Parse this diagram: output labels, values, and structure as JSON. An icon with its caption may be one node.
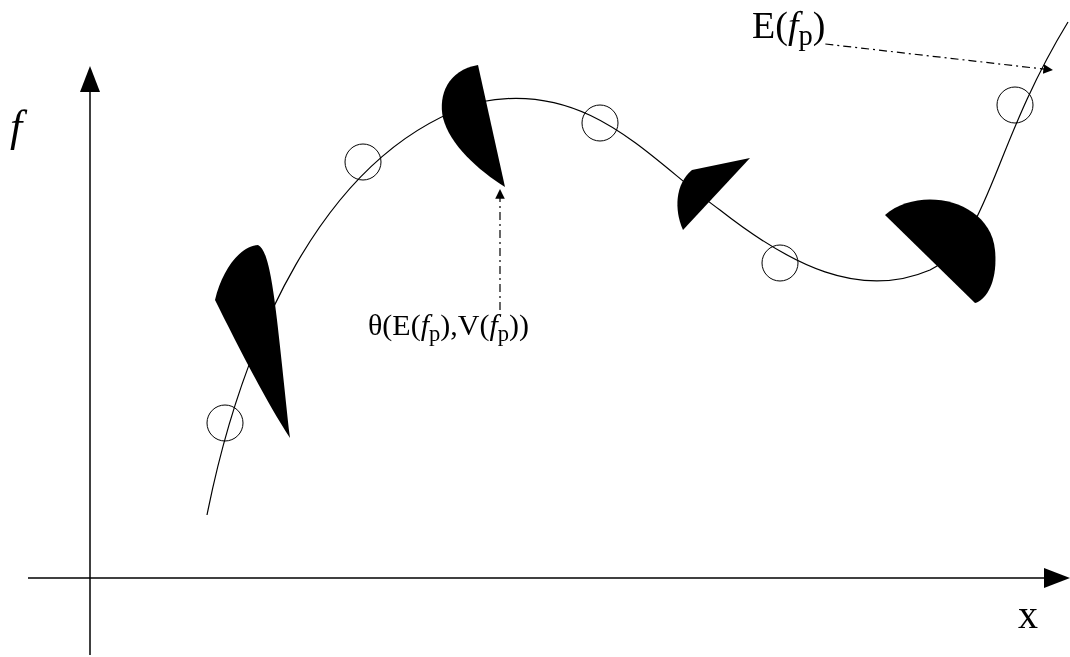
{
  "diagram": {
    "nodes": [
      {
        "text": [
          "E(*f*$_{p}$)"
        ]
      },
      {
        "text": [
          "θ(E(*f*$_{p}$),V(*f*$_{p}$))"
        ]
      },
      {
        "text": [],
        "shape": "blade"
      },
      {
        "text": [],
        "shape": "blade"
      },
      {
        "text": [],
        "shape": "blade"
      },
      {
        "text": [],
        "shape": "blade"
      }
    ],
    "edges": [
      {
        "from": 0,
        "to": null,
        "arrow": "to",
        "style": "dashed"
      },
      {
        "from": 1,
        "to": 3,
        "arrow": "to",
        "style": "dashed"
      }
    ],
    "labels": [
      "f",
      "x"
    ]
  }
}
